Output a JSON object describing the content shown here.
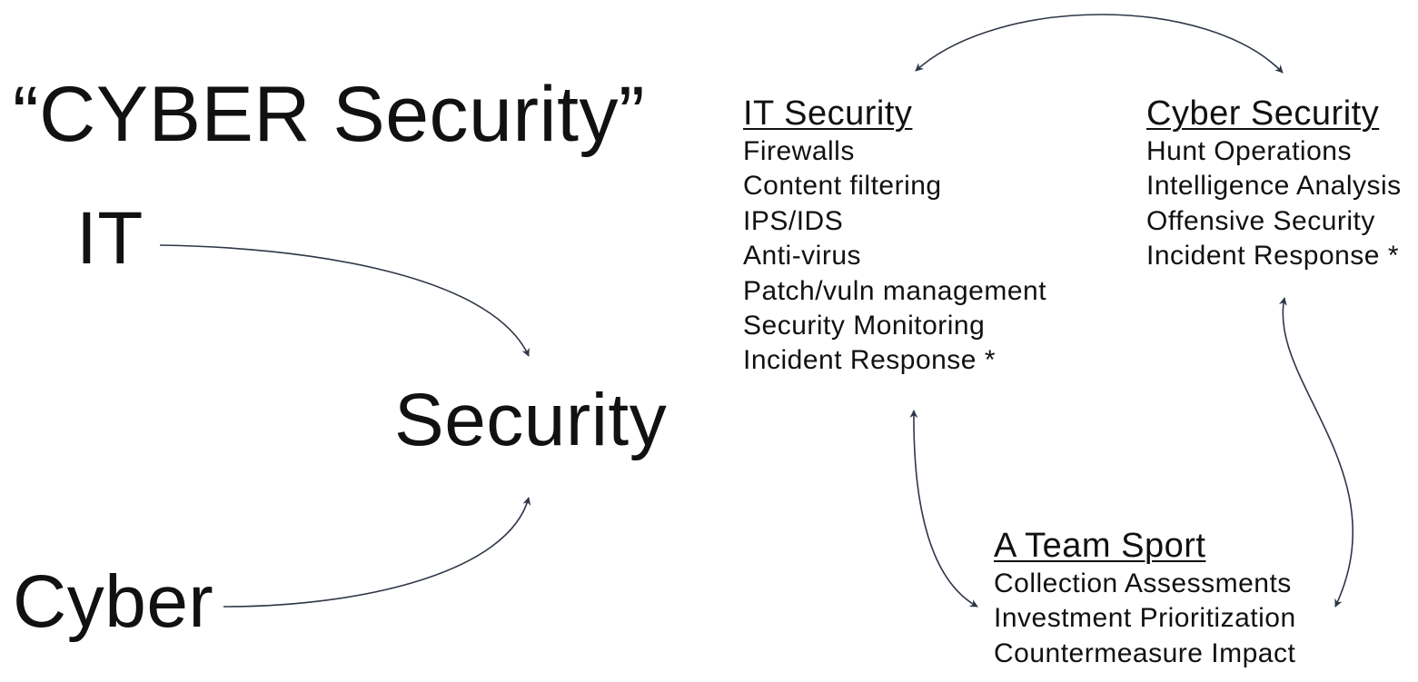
{
  "main_title": "“CYBER Security”",
  "words": {
    "it": "IT",
    "security": "Security",
    "cyber": "Cyber"
  },
  "groups": {
    "it_security": {
      "heading": "IT Security",
      "items": [
        "Firewalls",
        "Content filtering",
        "IPS/IDS",
        "Anti-virus",
        "Patch/vuln management",
        "Security Monitoring",
        "Incident Response *"
      ]
    },
    "cyber_security": {
      "heading": "Cyber Security",
      "items": [
        "Hunt Operations",
        "Intelligence Analysis",
        "Offensive Security",
        "Incident Response *"
      ]
    },
    "team_sport": {
      "heading": "A Team Sport",
      "items": [
        "Collection Assessments",
        "Investment Prioritization",
        "Countermeasure Impact"
      ]
    }
  },
  "colors": {
    "text": "#111111",
    "arrow": "#2e3748"
  }
}
